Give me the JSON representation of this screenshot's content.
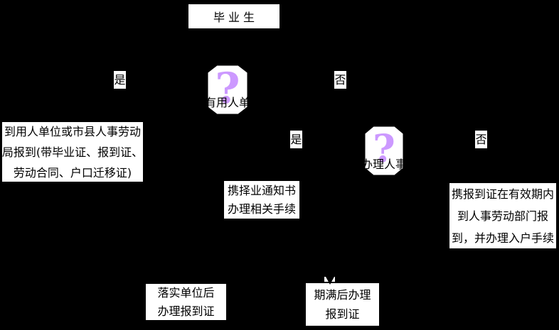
{
  "colors": {
    "background": "#000000",
    "node_fill": "#ffffff",
    "node_border_and_text": "#000000",
    "question_mark": "#cc99ff"
  },
  "nodes": {
    "start": {
      "label": "毕业生"
    },
    "decision_employer": {
      "label": "有用人单",
      "question_mark": "?"
    },
    "branch_yes_1": {
      "label": "是"
    },
    "branch_no_1": {
      "label": "否"
    },
    "report_to_employer": {
      "lines": [
        "到用人单位或市县人事劳动",
        "局报到(带毕业证、报到证、",
        "劳动合同、户口迁移证)"
      ]
    },
    "career_notice": {
      "lines": [
        "携择业通知书",
        "办理相关手续"
      ]
    },
    "decision_agency": {
      "label": "办理人事",
      "question_mark": "?"
    },
    "branch_yes_2": {
      "label": "是"
    },
    "branch_no_2": {
      "label": "否"
    },
    "report_within_validity": {
      "lines": [
        "携报到证在有效期内",
        "到人事劳动部门报",
        "到，并办理入户手续"
      ]
    },
    "unit_implemented": {
      "lines": [
        "落实单位后",
        "办理报到证"
      ]
    },
    "expiry_report": {
      "lines": [
        "期满后办理",
        "报到证"
      ]
    }
  }
}
